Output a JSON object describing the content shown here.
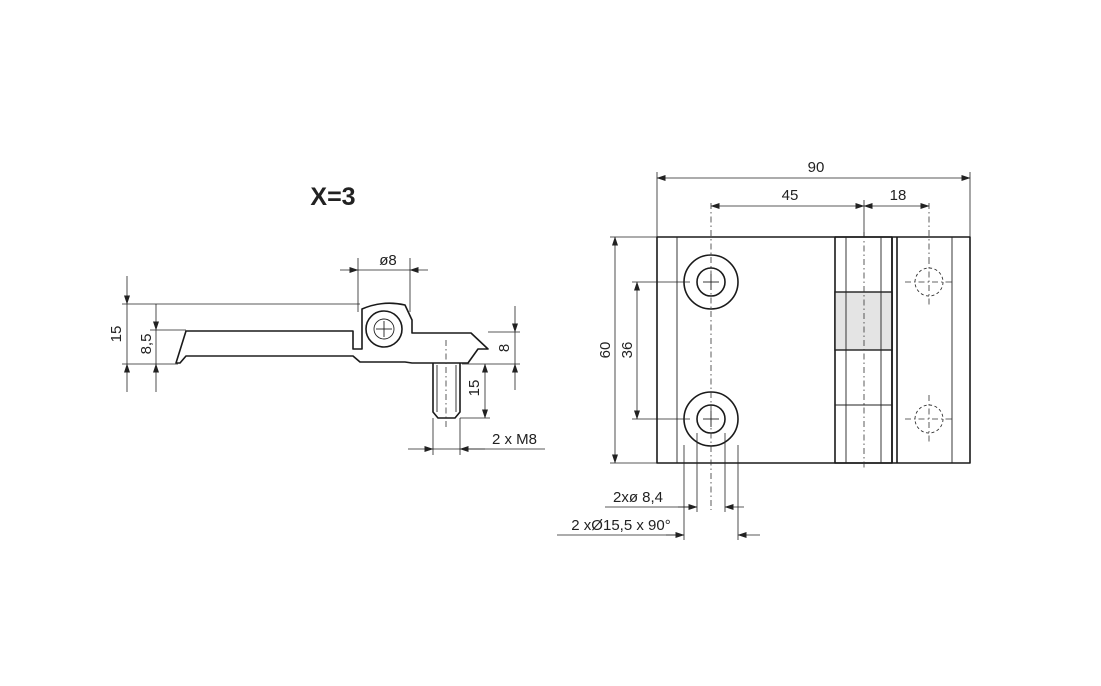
{
  "drawing": {
    "side_view": {
      "title": "X=3",
      "dim_pin_diameter": "ø8",
      "dim_total_height": "15",
      "dim_leaf_height": "8,5",
      "dim_right_height": "8",
      "dim_stud_length": "15",
      "dim_thread": "2 x M8"
    },
    "front_view": {
      "dim_width": "90",
      "dim_hole_offset": "45",
      "dim_right_offset": "18",
      "dim_height": "60",
      "dim_hole_spacing": "36",
      "dim_hole_diameter": "2xø 8,4",
      "dim_countersink": "2 xØ15,5 x 90°"
    }
  }
}
